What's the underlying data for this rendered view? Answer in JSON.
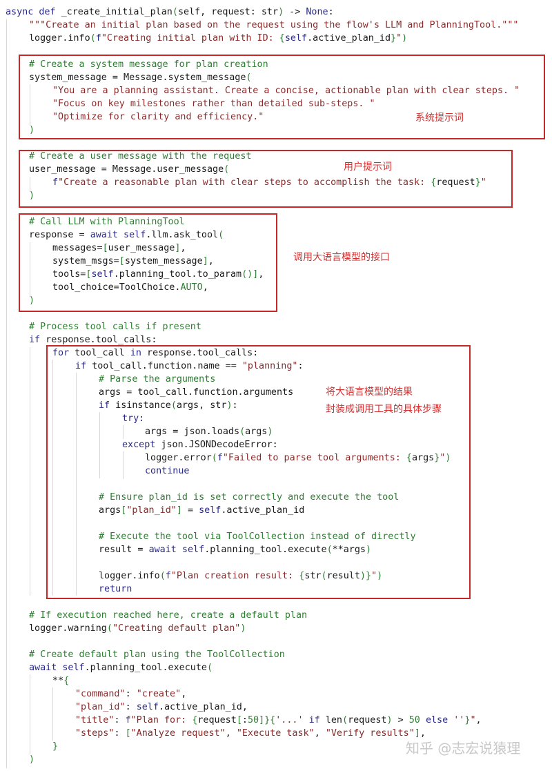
{
  "code": {
    "lines": [
      {
        "text": "async def _create_initial_plan(self, request: str) -> None:"
      },
      {
        "text": "\"\"\"Create an initial plan based on the request using the flow's LLM and PlanningTool.\"\"\""
      },
      {
        "text": "logger.info(f\"Creating initial plan with ID: {self.active_plan_id}\")"
      },
      {
        "text": "# Create a system message for plan creation"
      },
      {
        "text": "system_message = Message.system_message("
      },
      {
        "text": "\"You are a planning assistant. Create a concise, actionable plan with clear steps. \""
      },
      {
        "text": "\"Focus on key milestones rather than detailed sub-steps. \""
      },
      {
        "text": "\"Optimize for clarity and efficiency.\""
      },
      {
        "text": ")"
      },
      {
        "text": "# Create a user message with the request"
      },
      {
        "text": "user_message = Message.user_message("
      },
      {
        "text": "f\"Create a reasonable plan with clear steps to accomplish the task: {request}\""
      },
      {
        "text": ")"
      },
      {
        "text": "# Call LLM with PlanningTool"
      },
      {
        "text": "response = await self.llm.ask_tool("
      },
      {
        "text": "messages=[user_message],"
      },
      {
        "text": "system_msgs=[system_message],"
      },
      {
        "text": "tools=[self.planning_tool.to_param()],"
      },
      {
        "text": "tool_choice=ToolChoice.AUTO,"
      },
      {
        "text": ")"
      },
      {
        "text": "# Process tool calls if present"
      },
      {
        "text": "if response.tool_calls:"
      },
      {
        "text": "for tool_call in response.tool_calls:"
      },
      {
        "text": "if tool_call.function.name == \"planning\":"
      },
      {
        "text": "# Parse the arguments"
      },
      {
        "text": "args = tool_call.function.arguments"
      },
      {
        "text": "if isinstance(args, str):"
      },
      {
        "text": "try:"
      },
      {
        "text": "args = json.loads(args)"
      },
      {
        "text": "except json.JSONDecodeError:"
      },
      {
        "text": "logger.error(f\"Failed to parse tool arguments: {args}\")"
      },
      {
        "text": "continue"
      },
      {
        "text": "# Ensure plan_id is set correctly and execute the tool"
      },
      {
        "text": "args[\"plan_id\"] = self.active_plan_id"
      },
      {
        "text": "# Execute the tool via ToolCollection instead of directly"
      },
      {
        "text": "result = await self.planning_tool.execute(**args)"
      },
      {
        "text": "logger.info(f\"Plan creation result: {str(result)}\")"
      },
      {
        "text": "return"
      },
      {
        "text": "# If execution reached here, create a default plan"
      },
      {
        "text": "logger.warning(\"Creating default plan\")"
      },
      {
        "text": "# Create default plan using the ToolCollection"
      },
      {
        "text": "await self.planning_tool.execute("
      },
      {
        "text": "**{"
      },
      {
        "text": "\"command\": \"create\","
      },
      {
        "text": "\"plan_id\": self.active_plan_id,"
      },
      {
        "text": "\"title\": f\"Plan for: {request[:50]}{'...' if len(request) > 50 else ''}\","
      },
      {
        "text": "\"steps\": [\"Analyze request\", \"Execute task\", \"Verify results\"],"
      },
      {
        "text": "}"
      },
      {
        "text": ")"
      }
    ]
  },
  "annotations": {
    "system_prompt": "系统提示词",
    "user_prompt": "用户提示词",
    "llm_interface": "调用大语言模型的接口",
    "tool_steps_line1": "将大语言模型的结果",
    "tool_steps_line2": "封装成调用工具的具体步骤"
  },
  "watermark": "知乎 @志宏说猿理",
  "colors": {
    "annotation_red": "#c62828",
    "keyword": "#2a2a8a",
    "string": "#8b2a2a",
    "comment": "#2e7d32"
  }
}
